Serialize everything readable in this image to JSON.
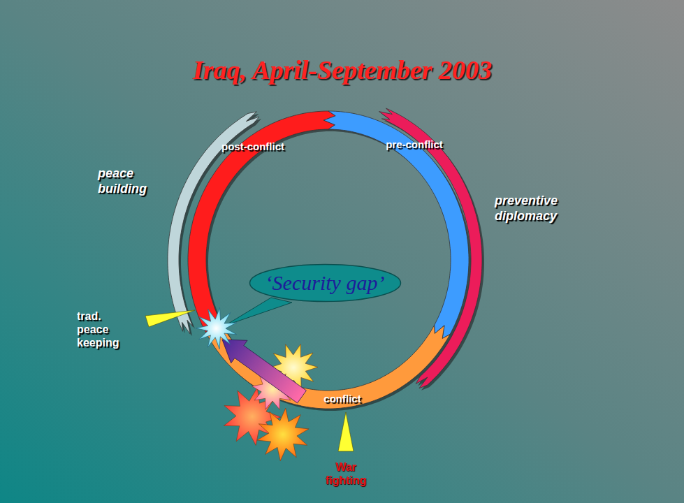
{
  "diagram": {
    "title": "Iraq, April-September 2003",
    "nodes": [
      {
        "text": [
          "‘Security gap’"
        ]
      }
    ],
    "labels": [
      "post-conflict",
      "pre-conflict",
      "peace building",
      "preventive diplomacy",
      "trad. peace keeping",
      "conflict",
      "War fighting"
    ]
  }
}
